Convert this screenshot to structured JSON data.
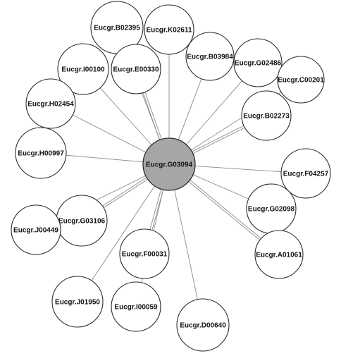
{
  "network": {
    "hub": {
      "id": "hub",
      "label": "Eucgr.G03094",
      "color": "#a6a6a6"
    },
    "nodes": [
      {
        "id": "b02395",
        "label": "Eucgr.B02395"
      },
      {
        "id": "k02611",
        "label": "Eucgr.K02611"
      },
      {
        "id": "i00100",
        "label": "Eucgr.I00100"
      },
      {
        "id": "e00330",
        "label": "Eucgr.E00330"
      },
      {
        "id": "b03984",
        "label": "Eucgr.B03984"
      },
      {
        "id": "g02486",
        "label": "Eucgr.G02486"
      },
      {
        "id": "c00201",
        "label": "Eucgr.C00201"
      },
      {
        "id": "h02454",
        "label": "Eucgr.H02454"
      },
      {
        "id": "b02273",
        "label": "Eucgr.B02273"
      },
      {
        "id": "h00997",
        "label": "Eucgr.H00997"
      },
      {
        "id": "f04257",
        "label": "Eucgr.F04257"
      },
      {
        "id": "g03106",
        "label": "Eucgr.G03106"
      },
      {
        "id": "j00449",
        "label": "Eucgr.J00449"
      },
      {
        "id": "g02098",
        "label": "Eucgr.G02098"
      },
      {
        "id": "a01061",
        "label": "Eucgr.A01061"
      },
      {
        "id": "f00031",
        "label": "Eucgr.F00031"
      },
      {
        "id": "j01950",
        "label": "Eucgr.J01950"
      },
      {
        "id": "i00059",
        "label": "Eucgr.I00059"
      },
      {
        "id": "d00640",
        "label": "Eucgr.D00640"
      }
    ],
    "edges": [
      {
        "from": "hub",
        "to": "b02395"
      },
      {
        "from": "hub",
        "to": "k02611"
      },
      {
        "from": "hub",
        "to": "i00100"
      },
      {
        "from": "hub",
        "to": "e00330"
      },
      {
        "from": "hub",
        "to": "e00330"
      },
      {
        "from": "hub",
        "to": "b03984"
      },
      {
        "from": "hub",
        "to": "g02486"
      },
      {
        "from": "hub",
        "to": "c00201"
      },
      {
        "from": "hub",
        "to": "h02454"
      },
      {
        "from": "hub",
        "to": "b02273"
      },
      {
        "from": "hub",
        "to": "b02273"
      },
      {
        "from": "hub",
        "to": "h00997"
      },
      {
        "from": "hub",
        "to": "f04257"
      },
      {
        "from": "hub",
        "to": "g03106"
      },
      {
        "from": "hub",
        "to": "g03106"
      },
      {
        "from": "hub",
        "to": "j00449"
      },
      {
        "from": "hub",
        "to": "g02098"
      },
      {
        "from": "hub",
        "to": "a01061"
      },
      {
        "from": "hub",
        "to": "a01061"
      },
      {
        "from": "hub",
        "to": "f00031"
      },
      {
        "from": "hub",
        "to": "f00031"
      },
      {
        "from": "hub",
        "to": "j01950"
      },
      {
        "from": "hub",
        "to": "i00059"
      },
      {
        "from": "hub",
        "to": "d00640"
      }
    ]
  }
}
